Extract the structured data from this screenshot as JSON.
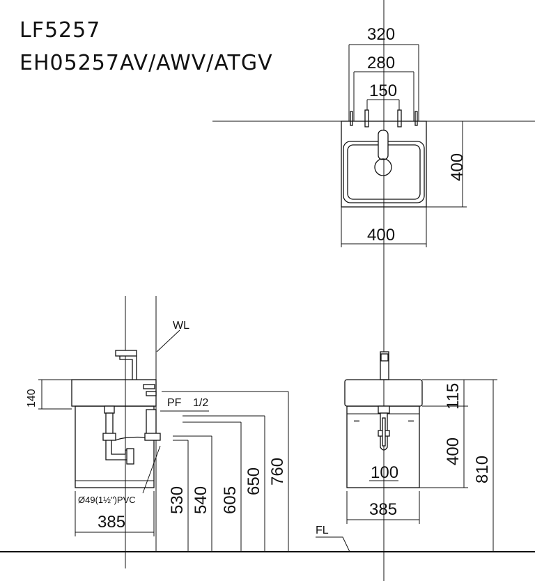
{
  "title": {
    "model": "LF5257",
    "variants": "EH05257AV/AWV/ATGV"
  },
  "top_view": {
    "dim_320": "320",
    "dim_280": "280",
    "dim_150": "150",
    "dim_400_height": "400",
    "dim_400_width": "400"
  },
  "side_view": {
    "wl_label": "WL",
    "pf_label": "PF",
    "pf_size": "1/2",
    "dim_140": "140",
    "dim_385": "385",
    "pvc_label": "Ø49(1½\")PVC",
    "heights": [
      "530",
      "540",
      "605",
      "650",
      "760"
    ]
  },
  "front_view": {
    "dim_115": "115",
    "dim_400": "400",
    "dim_810": "810",
    "dim_100": "100",
    "dim_385": "385",
    "fl_label": "FL"
  }
}
